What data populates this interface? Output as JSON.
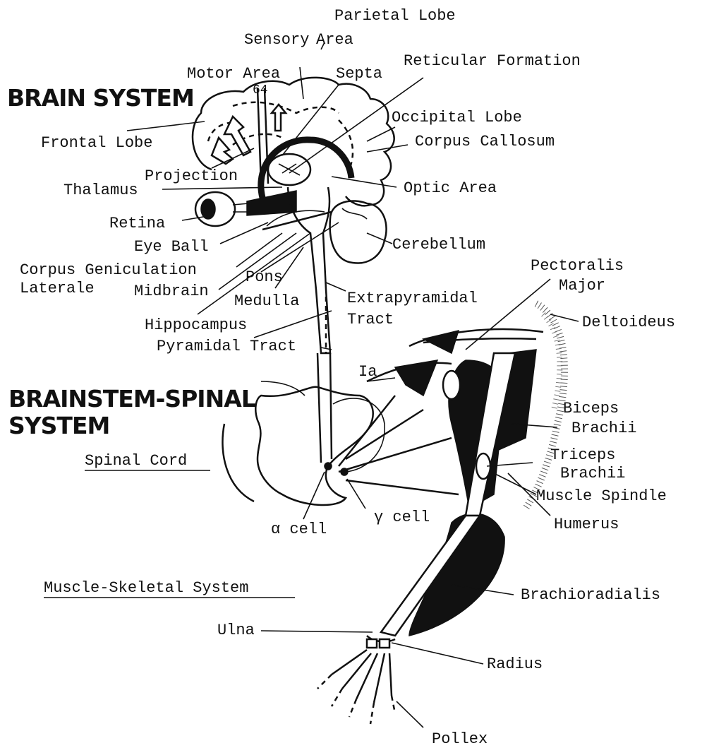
{
  "headings": {
    "brain_system": "BRAIN SYSTEM",
    "brainstem_spinal_line1": "BRAINSTEM-SPINAL",
    "brainstem_spinal_line2": "SYSTEM"
  },
  "section_labels": {
    "spinal_cord": "Spinal Cord",
    "muscle_skeletal": "Muscle-Skeletal System"
  },
  "labels": {
    "parietal_lobe": "Parietal Lobe",
    "sensory_area_1": "Sensory",
    "sensory_area_2": "Area",
    "reticular_formation": "Reticular Formation",
    "motor_area": "Motor Area",
    "area_number": "64",
    "septa": "Septa",
    "occipital_lobe": "Occipital Lobe",
    "frontal_lobe": "Frontal Lobe",
    "corpus_callosum": "Corpus Callosum",
    "projection": "Projection",
    "thalamus": "Thalamus",
    "optic_area": "Optic Area",
    "retina": "Retina",
    "eye_ball": "Eye Ball",
    "cerebellum": "Cerebellum",
    "corpus_geniculation": "Corpus Geniculation",
    "laterale": "Laterale",
    "pons": "Pons",
    "midbrain": "Midbrain",
    "medulla": "Medulla",
    "pectoralis_1": "Pectoralis",
    "pectoralis_2": "Major",
    "extrapyramidal_1": "Extrapyramidal",
    "extrapyramidal_2": "Tract",
    "deltoideus": "Deltoideus",
    "hippocampus": "Hippocampus",
    "pyramidal_tract": "Pyramidal Tract",
    "ia": "Ia",
    "biceps_1": "Biceps",
    "biceps_2": "Brachii",
    "triceps_1": "Triceps",
    "triceps_2": "Brachii",
    "muscle_spindle": "Muscle Spindle",
    "alpha_cell": "α cell",
    "gamma_cell": "γ cell",
    "humerus": "Humerus",
    "brachioradialis": "Brachioradialis",
    "ulna": "Ulna",
    "radius": "Radius",
    "pollex": "Pollex"
  }
}
